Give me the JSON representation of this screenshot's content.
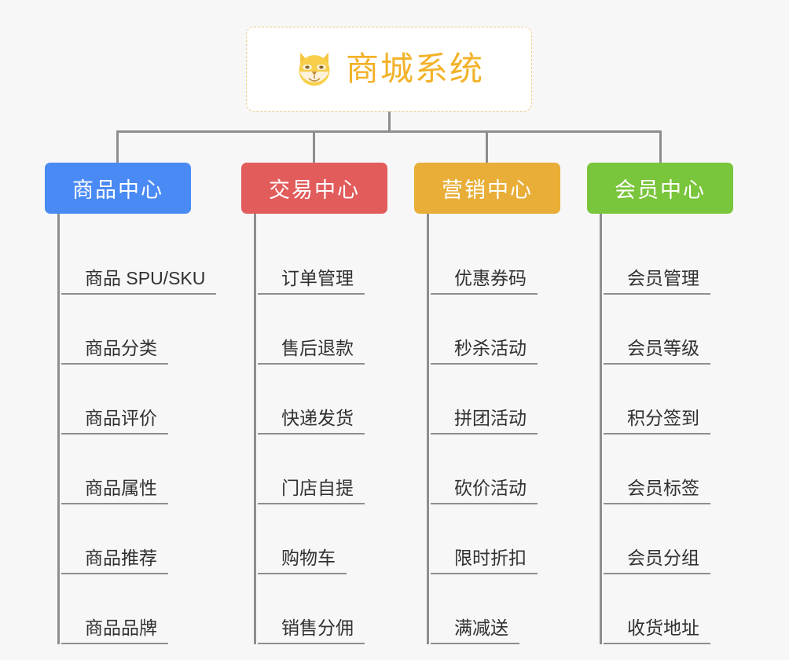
{
  "page": {
    "background_color": "#f7f7f7",
    "line_color": "#8e8e8e"
  },
  "root": {
    "title": "商城系统",
    "icon": "dog-face-emoji",
    "text_color": "#f2b229",
    "border_color": "#efc98a",
    "background_color": "#ffffff"
  },
  "columns": [
    {
      "title": "商品中心",
      "color": "#4a8af4",
      "items": [
        "商品 SPU/SKU",
        "商品分类",
        "商品评价",
        "商品属性",
        "商品推荐",
        "商品品牌"
      ]
    },
    {
      "title": "交易中心",
      "color": "#e25c5c",
      "items": [
        "订单管理",
        "售后退款",
        "快递发货",
        "门店自提",
        "购物车",
        "销售分佣"
      ]
    },
    {
      "title": "营销中心",
      "color": "#e8ae38",
      "items": [
        "优惠券码",
        "秒杀活动",
        "拼团活动",
        "砍价活动",
        "限时折扣",
        "满减送"
      ]
    },
    {
      "title": "会员中心",
      "color": "#79c53b",
      "items": [
        "会员管理",
        "会员等级",
        "积分签到",
        "会员标签",
        "会员分组",
        "收货地址"
      ]
    }
  ]
}
